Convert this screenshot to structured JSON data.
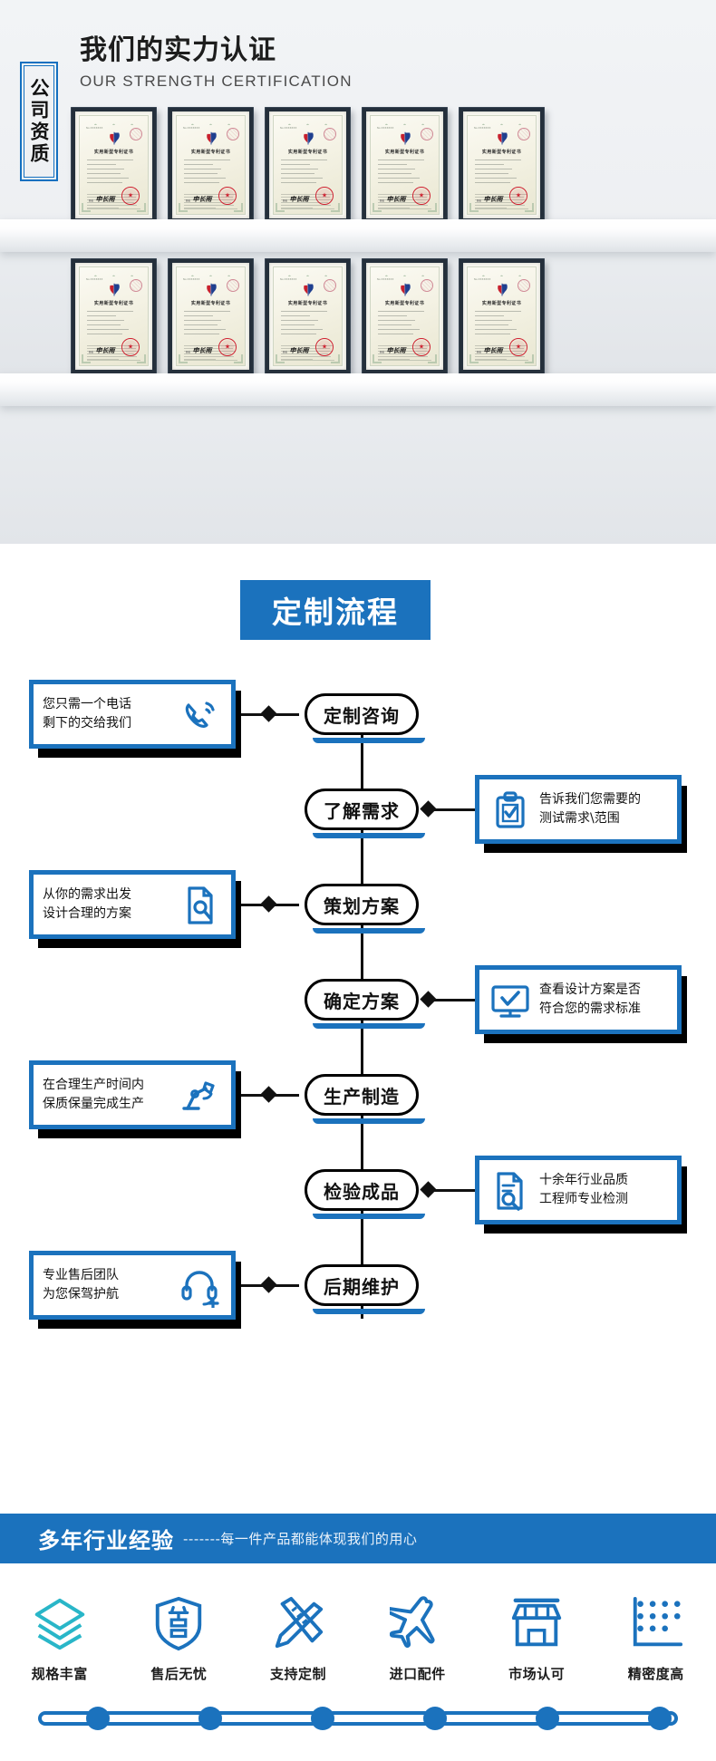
{
  "certification": {
    "title_cn": "我们的实力认证",
    "title_en": "OUR STRENGTH CERTIFICATION",
    "badge_label": "公司资质",
    "certificate": {
      "title": "实用新型专利证书",
      "signature": "申长雨",
      "signature_caption": "局长"
    },
    "rows": [
      {
        "count": 5
      },
      {
        "count": 5
      }
    ]
  },
  "flow": {
    "title": "定制流程",
    "steps": [
      {
        "label": "定制咨询",
        "side": "left",
        "note": "您只需一个电话\n剩下的交给我们",
        "icon": "phone-icon"
      },
      {
        "label": "了解需求",
        "side": "right",
        "note": "告诉我们您需要的\n测试需求\\范围",
        "icon": "clipboard-check-icon"
      },
      {
        "label": "策划方案",
        "side": "left",
        "note": "从你的需求出发\n设计合理的方案",
        "icon": "document-search-icon"
      },
      {
        "label": "确定方案",
        "side": "right",
        "note": "查看设计方案是否\n符合您的需求标准",
        "icon": "monitor-check-icon"
      },
      {
        "label": "生产制造",
        "side": "left",
        "note": "在合理生产时间内\n保质保量完成生产",
        "icon": "robot-arm-icon"
      },
      {
        "label": "检验成品",
        "side": "right",
        "note": "十余年行业品质\n工程师专业检测",
        "icon": "file-search-icon"
      },
      {
        "label": "后期维护",
        "side": "left",
        "note": "专业售后团队\n为您保驾护航",
        "icon": "headset-plus-icon"
      }
    ]
  },
  "experience": {
    "headline": "多年行业经验",
    "tagline": "-------每一件产品都能体现我们的用心",
    "features": [
      {
        "label": "规格丰富",
        "icon": "layers-icon"
      },
      {
        "label": "售后无忧",
        "icon": "shield-sale-icon"
      },
      {
        "label": "支持定制",
        "icon": "ruler-pencil-icon"
      },
      {
        "label": "进口配件",
        "icon": "airplane-icon"
      },
      {
        "label": "市场认可",
        "icon": "storefront-icon"
      },
      {
        "label": "精密度高",
        "icon": "precision-dots-icon"
      }
    ],
    "progress_dots": 6
  },
  "colors": {
    "brand_blue": "#1b72bd",
    "teal": "#29b6c8",
    "ink": "#111111",
    "frame": "#242f3b",
    "seal_red": "#cf2030"
  }
}
